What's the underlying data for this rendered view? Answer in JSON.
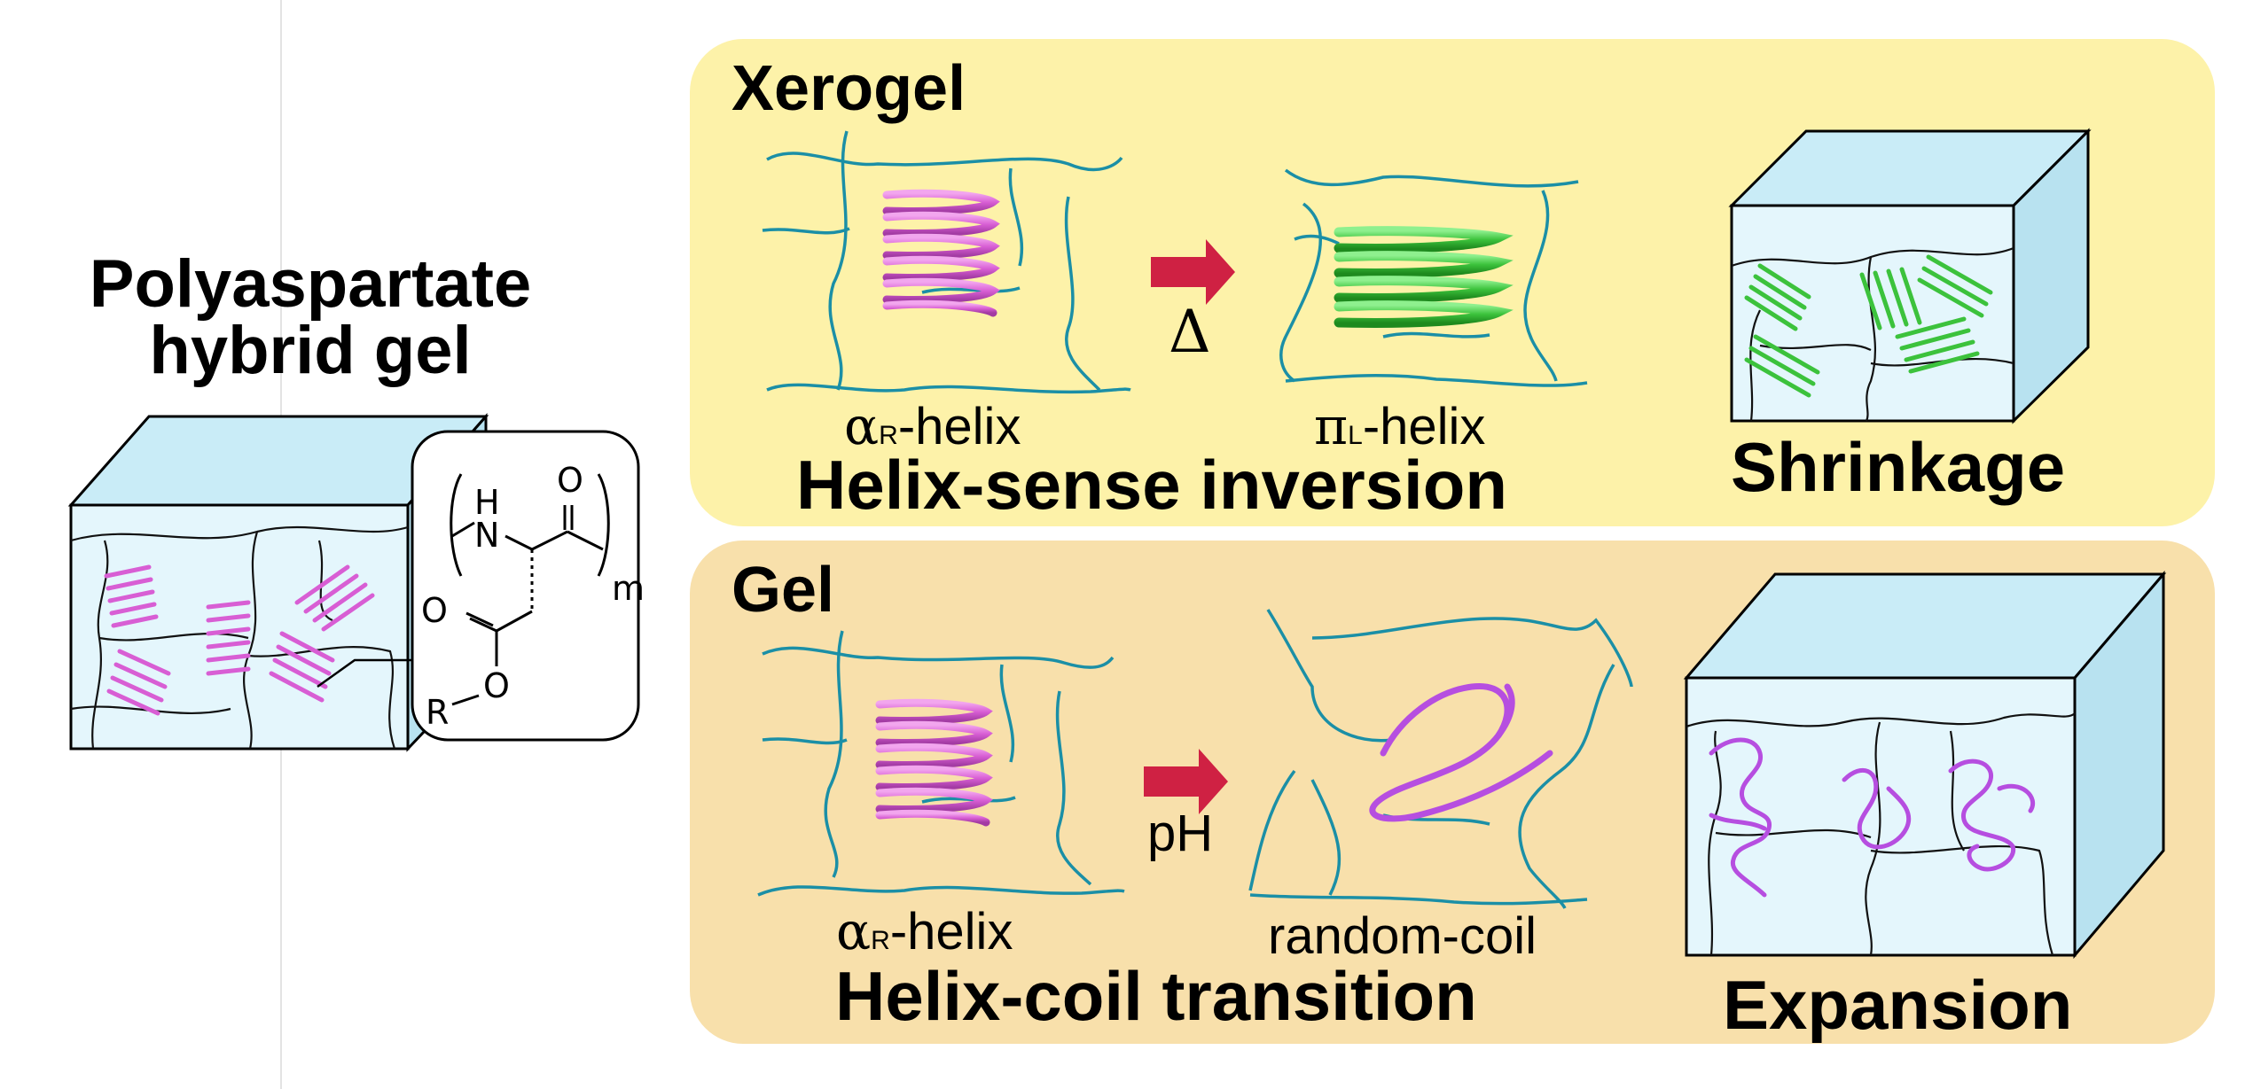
{
  "title": {
    "line1": "Polyaspartate",
    "line2": "hybrid gel"
  },
  "chem_labels": {
    "h": "H",
    "n": "N",
    "o_top": "O",
    "m": "m",
    "o_left": "O",
    "o_bottom": "O",
    "r": "R"
  },
  "xerogel": {
    "title": "Xerogel",
    "stimulus": "Δ",
    "left_greek": "α",
    "left_sub": "R",
    "left_suffix": "-helix",
    "right_greek": "π",
    "right_sub": "L",
    "right_suffix": "-helix",
    "transition": "Helix-sense inversion",
    "result": "Shrinkage",
    "bg_color": "#fdf2a9",
    "arrow_color": "#cf2143",
    "helix_color_before": "#d85ed4",
    "helix_color_after": "#3cc23c"
  },
  "gel": {
    "title": "Gel",
    "stimulus": "pH",
    "left_greek": "α",
    "left_sub": "R",
    "left_suffix": "-helix",
    "right_label": "random-coil",
    "transition": "Helix-coil transition",
    "result": "Expansion",
    "bg_color": "#f8e0ab",
    "arrow_color": "#cf2143",
    "helix_color_before": "#d85ed4",
    "coil_color": "#b64ee0"
  },
  "colors": {
    "network_line": "#1b8fa6",
    "cube_face": "#e4f6fc"
  }
}
